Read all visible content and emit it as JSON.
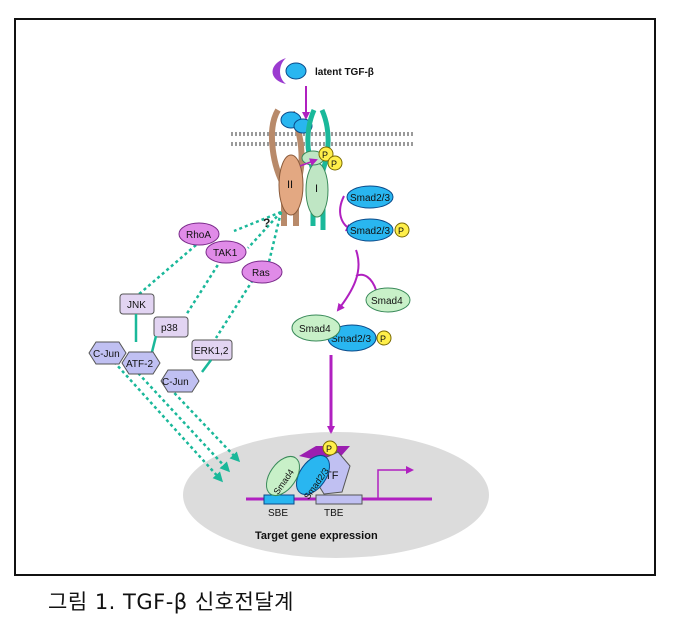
{
  "caption": "그림 1. TGF-β 신호전달계",
  "labels": {
    "latent_tgfb": "latent TGF-β",
    "receptor_II": "II",
    "receptor_I": "I",
    "phospho_1": "P",
    "phospho_2": "P",
    "smad23_a": "Smad2/3",
    "smad23_b": "Smad2/3",
    "smad23_b_p": "P",
    "smad4_free": "Smad4",
    "complex_smad4": "Smad4",
    "complex_smad23": "Smad2/3",
    "complex_p": "P",
    "question": "?",
    "rhoa": "RhoA",
    "tak1": "TAK1",
    "ras": "Ras",
    "jnk": "JNK",
    "p38": "p38",
    "erk": "ERK1,2",
    "cjun_left": "C-Jun",
    "atf2": "ATF-2",
    "cjun_right": "C-Jun",
    "nuc_smad4": "Smad4",
    "nuc_smad23": "Smad2/3",
    "nuc_p": "P",
    "tf": "TF",
    "sbe": "SBE",
    "tbe": "TBE",
    "target_gene": "Target gene expression"
  },
  "colors": {
    "smad23": "#29b6f0",
    "smad4": "#c8f0c8",
    "phospho": "#ffef4a",
    "kinase": "#e08be8",
    "mapk": "#e2d4f2",
    "tf_complex": "#c0c0f2",
    "arrow": "#b020c0",
    "cross_arrow": "#1ab89a",
    "nucleus": "#dcdcdc"
  }
}
